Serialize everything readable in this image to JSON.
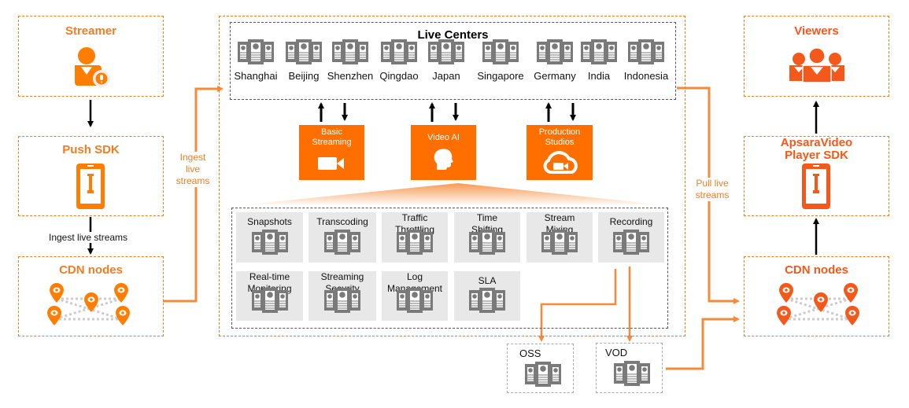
{
  "streamer": {
    "title": "Streamer"
  },
  "push_sdk": {
    "title": "Push SDK",
    "edge_label": "Ingest live streams"
  },
  "cdn_left": {
    "title": "CDN nodes"
  },
  "ingest": {
    "label_lines": [
      "Ingest",
      "live",
      "streams"
    ]
  },
  "live_centers": {
    "title": "Live Centers",
    "cities": [
      "Shanghai",
      "Beijing",
      "Shenzhen",
      "Qingdao",
      "Japan",
      "Singapore",
      "Germany",
      "India",
      "Indonesia"
    ]
  },
  "services": [
    {
      "label_lines": [
        "Basic",
        "Streaming"
      ],
      "icon": "video-camera-icon"
    },
    {
      "label_lines": [
        "Video AI"
      ],
      "icon": "head-profile-icon"
    },
    {
      "label_lines": [
        "Production",
        "Studios"
      ],
      "icon": "cloud-camera-icon"
    }
  ],
  "features": [
    {
      "label_lines": [
        "Snapshots"
      ]
    },
    {
      "label_lines": [
        "Transcoding"
      ]
    },
    {
      "label_lines": [
        "Traffic",
        "Throttling"
      ]
    },
    {
      "label_lines": [
        "Time",
        "Shifting"
      ]
    },
    {
      "label_lines": [
        "Stream",
        "Mixing"
      ]
    },
    {
      "label_lines": [
        "Recording"
      ]
    },
    {
      "label_lines": [
        "Real-time",
        "Monitoring"
      ]
    },
    {
      "label_lines": [
        "Streaming",
        "Security"
      ]
    },
    {
      "label_lines": [
        "Log",
        "Management"
      ]
    },
    {
      "label_lines": [
        "SLA"
      ]
    }
  ],
  "storage": {
    "oss": "OSS",
    "vod": "VOD"
  },
  "pull": {
    "label_lines": [
      "Pull live",
      "streams"
    ]
  },
  "viewers": {
    "title": "Viewers"
  },
  "player_sdk": {
    "title_lines": [
      "ApsaraVideo",
      "Player SDK"
    ]
  },
  "cdn_right": {
    "title": "CDN nodes"
  },
  "colors": {
    "orange": "#f07d24",
    "tile_orange": "#ff6f00",
    "red_orange": "#f4581a",
    "server_gray": "#7a7a7a",
    "feature_bg": "#e8e8e8"
  }
}
